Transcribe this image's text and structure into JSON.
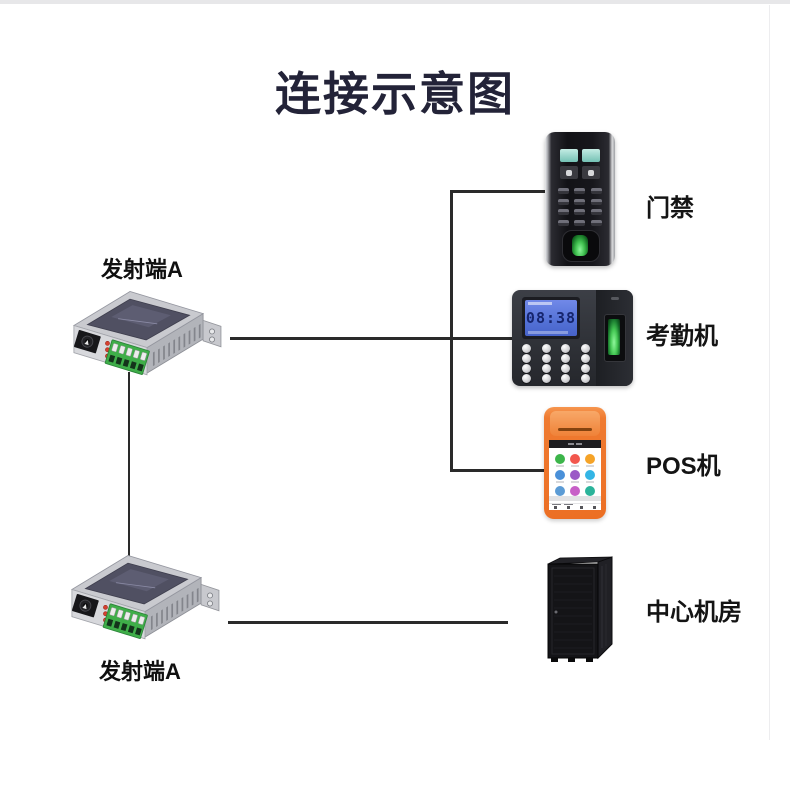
{
  "page": {
    "title": "连接示意图"
  },
  "colors": {
    "title_text": "#232338",
    "connection_line": "#2a2a2a",
    "pos_body_orange": "#ef7a30",
    "terminal_block_green": "#3fae49",
    "attendance_screen_blue": "#5371d6",
    "fingerprint_glow_green": "#3fc04e"
  },
  "transmitters": {
    "top": {
      "label": "发射端A"
    },
    "bottom": {
      "label": "发射端A"
    }
  },
  "devices": {
    "access_control": {
      "label": "门禁"
    },
    "attendance": {
      "label": "考勤机",
      "screen_time": "08:38"
    },
    "pos": {
      "label": "POS机",
      "app_icon_colors": [
        "#3cb54a",
        "#f2574d",
        "#f5a328",
        "#4a90d9",
        "#9b59c6",
        "#33b5e5",
        "#5b9bd5",
        "#c75fc7",
        "#2bb39a"
      ]
    },
    "server_rack": {
      "label": "中心机房"
    }
  }
}
